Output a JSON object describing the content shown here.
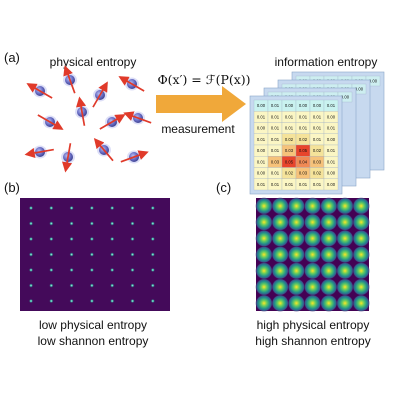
{
  "panels": {
    "a": {
      "label": "(a)",
      "left_title": "physical entropy",
      "right_title": "information entropy",
      "formula": "Φ(x′) = ℱ(P(x))",
      "arrow_label": "measurement",
      "table_values": [
        [
          "0.00",
          "0.01",
          "0.00",
          "0.00",
          "0.00",
          "0.01"
        ],
        [
          "0.01",
          "0.01",
          "0.01",
          "0.01",
          "0.01",
          "0.00"
        ],
        [
          "0.00",
          "0.01",
          "0.01",
          "0.01",
          "0.01",
          "0.01"
        ],
        [
          "0.01",
          "0.01",
          "0.02",
          "0.02",
          "0.01",
          "0.00"
        ],
        [
          "0.00",
          "0.01",
          "0.03",
          "0.05",
          "0.02",
          "0.01"
        ],
        [
          "0.01",
          "0.03",
          "0.05",
          "0.04",
          "0.03",
          "0.01"
        ],
        [
          "0.00",
          "0.01",
          "0.02",
          "0.03",
          "0.02",
          "0.00"
        ],
        [
          "0.01",
          "0.01",
          "0.01",
          "0.01",
          "0.01",
          "0.00"
        ]
      ],
      "back_header_values": [
        "0.00",
        "0.00",
        "0.00",
        "0.00",
        "0.00",
        "0.00",
        "0.00",
        "0.00"
      ]
    },
    "b": {
      "label": "(b)",
      "caption_line1": "low physical entropy",
      "caption_line2": "low shannon entropy"
    },
    "c": {
      "label": "(c)",
      "caption_line1": "high physical entropy",
      "caption_line2": "high shannon entropy"
    }
  },
  "colors": {
    "particle": "#6a6fc6",
    "spin_arrow": "#e03a2a",
    "measurement_arrow": "#f0a83a",
    "plot_background": "#440a5a",
    "hot_cell": "#e8452c"
  }
}
